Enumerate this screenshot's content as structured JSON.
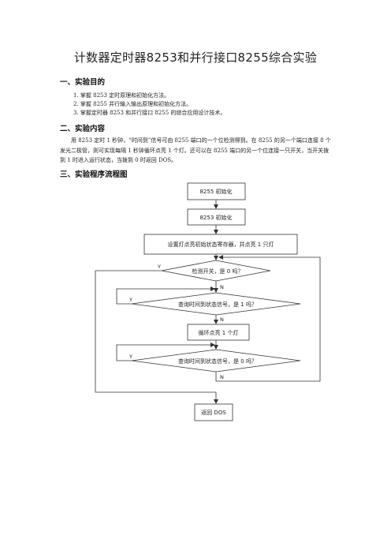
{
  "title": "计数器定时器8253和并行接口8255综合实验",
  "section1": {
    "heading": "一、实验目的",
    "items": [
      "1. 掌握 8253 定时原理和初始化方法。",
      "2. 掌握 8255 并行输入输出原理和初始化方法。",
      "3. 掌握定时器 8253 和并行接口 8255 的综合应用设计技术。"
    ]
  },
  "section2": {
    "heading": "二、实验内容",
    "paragraph": "用 8253 定时 1 秒钟，“时间到”信号可由 8255 端口的一个位检测得到。在 8255 的另一个端口连接 8 个发光二极管，则可实现每隔 1 秒钟循环点亮 1 个灯。还可以在 8255 端口的另一个位连接一只开关，当开关拨到 1 时进入运行状态，当拨到 0 时返回 DOS。"
  },
  "section3": {
    "heading": "三、实验程序流程图"
  },
  "flowchart": {
    "init8255": "8255 初始化",
    "init8253": "8253 初始化",
    "setup": "设置灯点亮初始状态寄存器，并点亮 1 只灯",
    "checkSwitch": "检测开关，是 0 吗？",
    "query1": "查询时间到状态信号，是 1 吗？",
    "cycle": "循环点亮 1 个灯",
    "query0": "查询时间到状态信号，是 0 吗？",
    "ret": "返回 DOS",
    "yes": "Y",
    "no": "N"
  }
}
